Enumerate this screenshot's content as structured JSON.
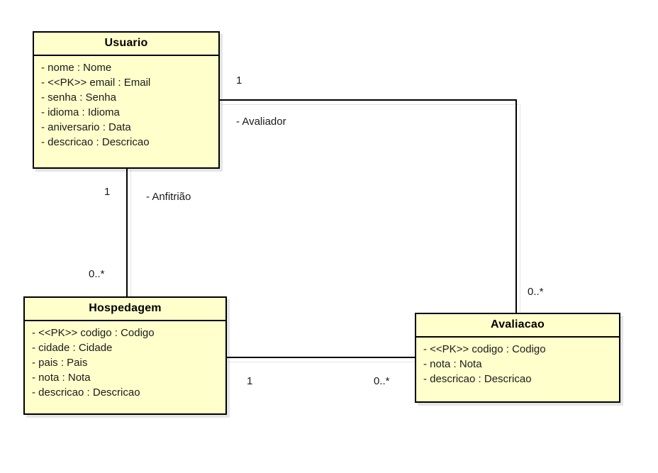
{
  "diagram": {
    "type": "uml-class-diagram",
    "title": "",
    "classes": [
      {
        "id": "usuario",
        "name": "Usuario",
        "attributes": [
          "- nome : Nome",
          "- <<PK>> email : Email",
          "- senha : Senha",
          "- idioma : Idioma",
          "- aniversario : Data",
          "- descricao : Descricao"
        ]
      },
      {
        "id": "hospedagem",
        "name": "Hospedagem",
        "attributes": [
          "- <<PK>> codigo : Codigo",
          "- cidade : Cidade",
          "- pais : Pais",
          "- nota : Nota",
          "- descricao : Descricao"
        ]
      },
      {
        "id": "avaliacao",
        "name": "Avaliacao",
        "attributes": [
          "- <<PK>> codigo : Codigo",
          "- nota : Nota",
          "- descricao : Descricao"
        ]
      }
    ],
    "associations": [
      {
        "id": "usuario-avaliacao",
        "from": "usuario",
        "to": "avaliacao",
        "role": "- Avaliador",
        "source_multiplicity": "1",
        "target_multiplicity": "0..*"
      },
      {
        "id": "usuario-hospedagem",
        "from": "usuario",
        "to": "hospedagem",
        "role": "- Anfitrião",
        "source_multiplicity": "1",
        "target_multiplicity": "0..*"
      },
      {
        "id": "hospedagem-avaliacao",
        "from": "hospedagem",
        "to": "avaliacao",
        "role": "",
        "source_multiplicity": "1",
        "target_multiplicity": "0..*"
      }
    ]
  },
  "colors": {
    "class_fill": "#ffffcc",
    "class_border": "#000000",
    "background": "#ffffff",
    "text": "#1a1a1a"
  }
}
